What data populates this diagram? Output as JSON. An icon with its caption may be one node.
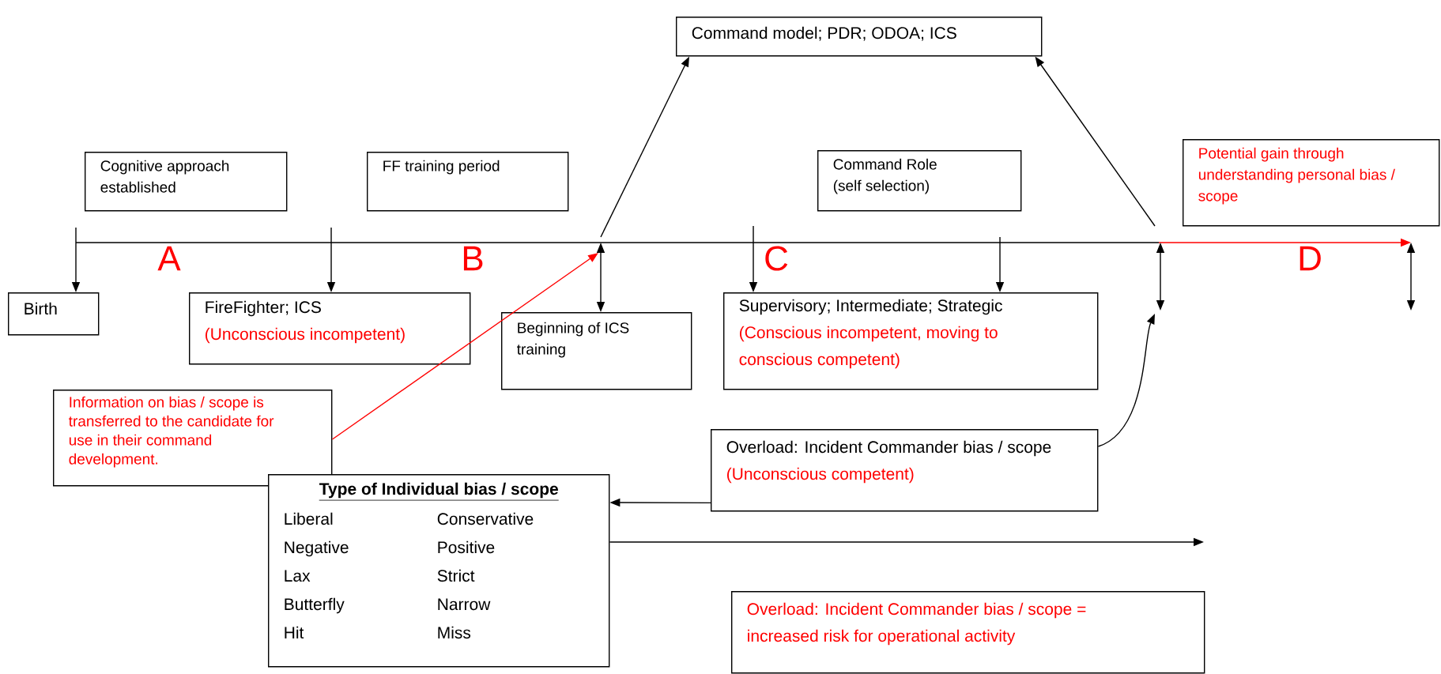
{
  "diagram": {
    "nodes": [
      {
        "text": [
          "Command model; PDR; ODOA; ICS"
        ]
      },
      {
        "text": [
          "Cognitive approach established"
        ]
      },
      {
        "text": [
          "FF training period"
        ]
      },
      {
        "text": [
          "Command Role (self selection)"
        ]
      },
      {
        "text": [
          "Potential gain through understanding personal bias / scope"
        ]
      },
      {
        "text": [
          "Birth"
        ]
      },
      {
        "text": [
          "FireFighter; ICS",
          "(Unconscious incompetent)"
        ]
      },
      {
        "text": [
          "Beginning of ICS training"
        ]
      },
      {
        "text": [
          "Supervisory; Intermediate; Strategic",
          "(Conscious incompetent, moving to conscious competent)"
        ]
      },
      {
        "text": [
          "Information on bias / scope is transferred to the candidate for use in their command development."
        ]
      },
      {
        "text": [
          "Overload: Incident Commander bias / scope",
          "(Unconscious competent)"
        ]
      },
      {
        "text": [
          "Type of Individual bias / scope",
          "Liberal",
          "Conservative",
          "Negative",
          "Positive",
          "Lax",
          "Strict",
          "Butterfly",
          "Narrow",
          "Hit",
          "Miss"
        ]
      },
      {
        "text": [
          "Overload: Incident Commander bias / scope = increased risk for operational activity"
        ]
      }
    ],
    "edges": [
      {
        "from": null,
        "to": 5,
        "arrow": "to"
      },
      {
        "from": null,
        "to": 6,
        "arrow": "to"
      },
      {
        "from": null,
        "to": 7,
        "arrow": "both"
      },
      {
        "from": null,
        "to": 0,
        "arrow": "to"
      },
      {
        "from": null,
        "to": 8,
        "arrow": "to"
      },
      {
        "from": null,
        "to": 8,
        "arrow": "to"
      },
      {
        "from": null,
        "to": 0,
        "arrow": "to"
      },
      {
        "from": 10,
        "to": null,
        "arrow": "to"
      },
      {
        "from": 9,
        "to": null,
        "arrow": "to",
        "color": "#ff0000"
      },
      {
        "from": 10,
        "to": 11,
        "arrow": "to"
      },
      {
        "from": 11,
        "to": null,
        "arrow": "to"
      }
    ],
    "labels": [
      "A",
      "B",
      "C",
      "D"
    ]
  }
}
